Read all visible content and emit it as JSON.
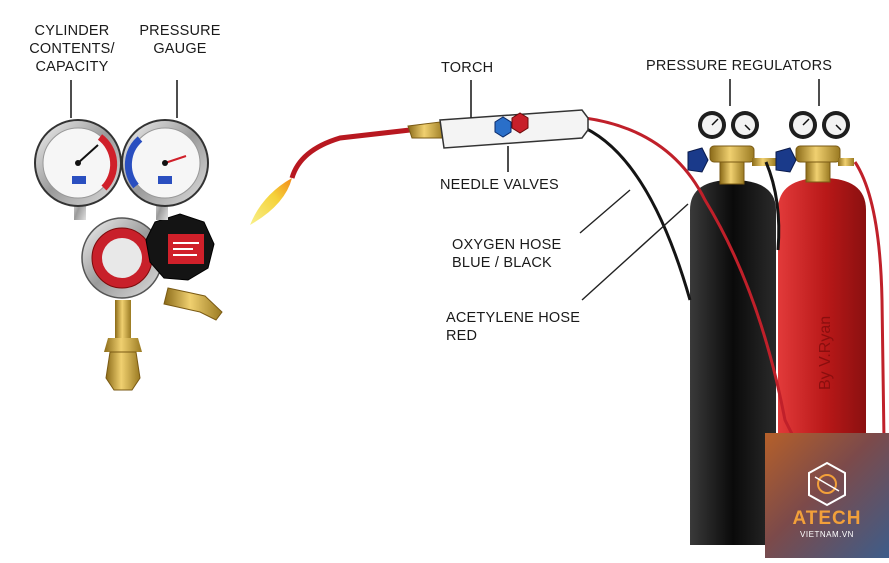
{
  "labels": {
    "cylinder_contents": [
      "CYLINDER",
      "CONTENTS/",
      "CAPACITY"
    ],
    "pressure_gauge": [
      "PRESSURE",
      "GAUGE"
    ],
    "torch": "TORCH",
    "pressure_regulators": "PRESSURE REGULATORS",
    "needle_valves": "NEEDLE VALVES",
    "oxygen_hose": [
      "OXYGEN HOSE",
      "BLUE / BLACK"
    ],
    "acetylene_hose": [
      "ACETYLENE HOSE",
      "RED"
    ]
  },
  "cylinder_text": "By V.Ryan",
  "logo": {
    "name": "ATECH",
    "sub": "VIETNAM.VN"
  },
  "colors": {
    "oxygen_cylinder": "#1a1a1a",
    "acetylene_cylinder": "#c81c1c",
    "acetylene_hose": "#c0202a",
    "oxygen_hose": "#141414",
    "brass": "#c9a23a",
    "flame": "#f2e13a",
    "valve_blue": "#2a6fc9",
    "valve_red": "#c8202a",
    "gauge_red_arc": "#d0202a",
    "gauge_blue_arc": "#2a4fc0",
    "logo_text": "#f2a03a"
  }
}
